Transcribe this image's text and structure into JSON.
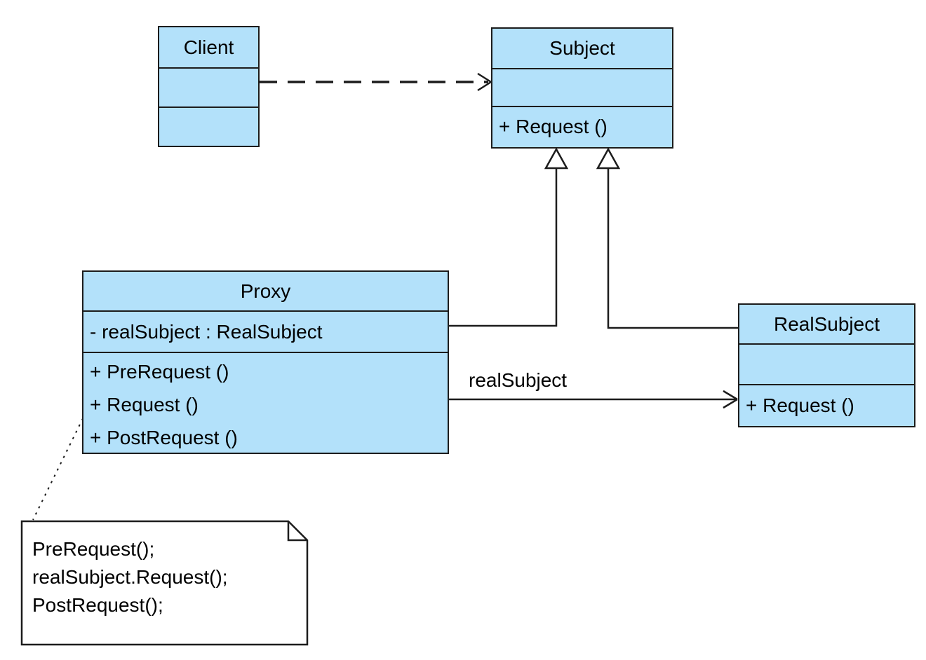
{
  "diagram": {
    "kind": "uml-class-diagram",
    "pattern": "Proxy",
    "colors": {
      "class_fill": "#b3e1fa",
      "line": "#1c1c1c",
      "background": "#ffffff",
      "text": "#000000"
    },
    "classes": {
      "client": {
        "name": "Client",
        "attributes": [],
        "methods": []
      },
      "subject": {
        "name": "Subject",
        "attributes": [],
        "methods": [
          "+ Request ()"
        ]
      },
      "proxy": {
        "name": "Proxy",
        "attributes": [
          "- realSubject : RealSubject"
        ],
        "methods": [
          "+ PreRequest ()",
          "+ Request ()",
          "+ PostRequest ()"
        ]
      },
      "realsubject": {
        "name": "RealSubject",
        "attributes": [],
        "methods": [
          "+ Request ()"
        ]
      }
    },
    "relationships": {
      "dependency": {
        "from": "Client",
        "to": "Subject",
        "style": "dashed-open-arrow"
      },
      "generalization_proxy": {
        "from": "Proxy",
        "to": "Subject",
        "style": "hollow-triangle"
      },
      "generalization_realsubject": {
        "from": "RealSubject",
        "to": "Subject",
        "style": "hollow-triangle"
      },
      "association": {
        "from": "Proxy",
        "to": "RealSubject",
        "label": "realSubject",
        "style": "open-arrow"
      }
    },
    "note": {
      "lines": [
        "PreRequest();",
        "realSubject.Request();",
        "PostRequest();"
      ],
      "attached_to": "Proxy + Request ()"
    }
  }
}
